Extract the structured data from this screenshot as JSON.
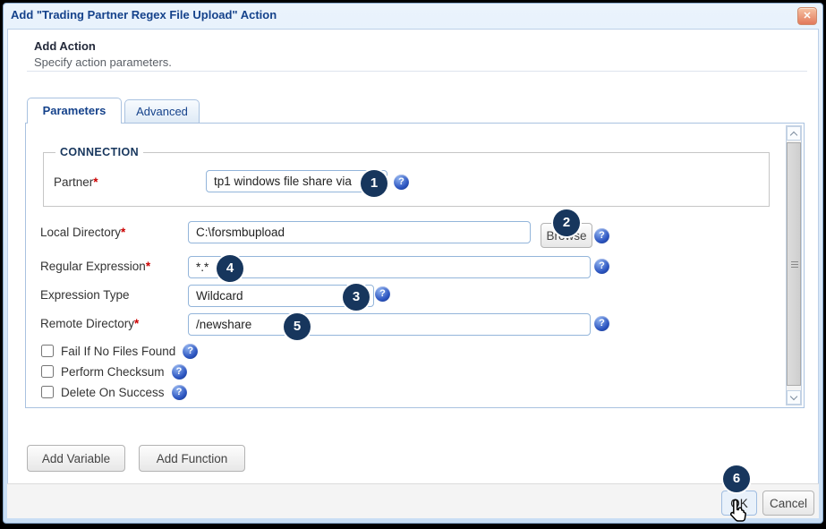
{
  "dialog": {
    "title": "Add \"Trading Partner Regex File Upload\" Action"
  },
  "icons": {
    "close": "✕",
    "help": "?"
  },
  "strings": {
    "required_marker": "*"
  },
  "header": {
    "title": "Add Action",
    "subtitle": "Specify action parameters."
  },
  "tabs": {
    "parameters": "Parameters",
    "advanced": "Advanced"
  },
  "connection": {
    "legend": "CONNECTION"
  },
  "form": {
    "partner": {
      "label": "Partner",
      "value": "tp1 windows file share via"
    },
    "local_directory": {
      "label": "Local Directory",
      "value": "C:\\forsmbupload",
      "browse": "Browse"
    },
    "regular_expression": {
      "label": "Regular Expression",
      "value": "*.*"
    },
    "expression_type": {
      "label": "Expression Type",
      "value": "Wildcard"
    },
    "remote_directory": {
      "label": "Remote Directory",
      "value": "/newshare"
    },
    "checkboxes": [
      {
        "label": "Fail If No Files Found",
        "checked": false
      },
      {
        "label": "Perform Checksum",
        "checked": false
      },
      {
        "label": "Delete On Success",
        "checked": false
      }
    ]
  },
  "buttons": {
    "add_variable": "Add Variable",
    "add_function": "Add Function",
    "ok": "OK",
    "cancel": "Cancel"
  },
  "callouts": [
    "1",
    "2",
    "3",
    "4",
    "5",
    "6"
  ],
  "colors": {
    "title_blue": "#15428b",
    "callout_navy": "#17365d",
    "required_red": "#cc0000",
    "close_orange": "#e2795c",
    "help_blue": "#2c55c0"
  }
}
